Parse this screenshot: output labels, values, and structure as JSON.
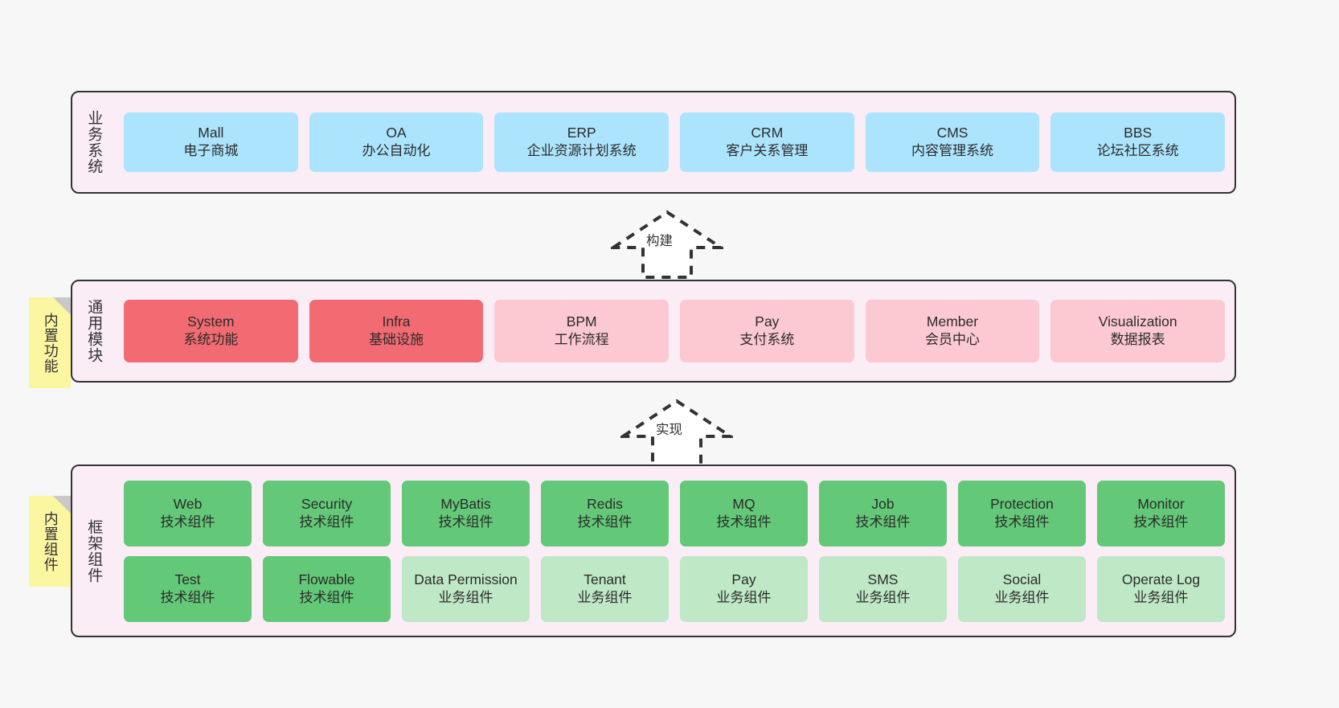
{
  "layers": [
    {
      "id": "business",
      "title": "业务系统",
      "rows": [
        [
          {
            "name": "Mall",
            "sub": "电子商城",
            "color": "blue"
          },
          {
            "name": "OA",
            "sub": "办公自动化",
            "color": "blue"
          },
          {
            "name": "ERP",
            "sub": "企业资源计划系统",
            "color": "blue"
          },
          {
            "name": "CRM",
            "sub": "客户关系管理",
            "color": "blue"
          },
          {
            "name": "CMS",
            "sub": "内容管理系统",
            "color": "blue"
          },
          {
            "name": "BBS",
            "sub": "论坛社区系统",
            "color": "blue"
          }
        ]
      ]
    },
    {
      "id": "common",
      "title": "通用模块",
      "rows": [
        [
          {
            "name": "System",
            "sub": "系统功能",
            "color": "red"
          },
          {
            "name": "Infra",
            "sub": "基础设施",
            "color": "red"
          },
          {
            "name": "BPM",
            "sub": "工作流程",
            "color": "pink"
          },
          {
            "name": "Pay",
            "sub": "支付系统",
            "color": "pink"
          },
          {
            "name": "Member",
            "sub": "会员中心",
            "color": "pink"
          },
          {
            "name": "Visualization",
            "sub": "数据报表",
            "color": "pink"
          }
        ]
      ]
    },
    {
      "id": "framework",
      "title": "框架组件",
      "rows": [
        [
          {
            "name": "Web",
            "sub": "技术组件",
            "color": "green"
          },
          {
            "name": "Security",
            "sub": "技术组件",
            "color": "green"
          },
          {
            "name": "MyBatis",
            "sub": "技术组件",
            "color": "green"
          },
          {
            "name": "Redis",
            "sub": "技术组件",
            "color": "green"
          },
          {
            "name": "MQ",
            "sub": "技术组件",
            "color": "green"
          },
          {
            "name": "Job",
            "sub": "技术组件",
            "color": "green"
          },
          {
            "name": "Protection",
            "sub": "技术组件",
            "color": "green"
          },
          {
            "name": "Monitor",
            "sub": "技术组件",
            "color": "green"
          }
        ],
        [
          {
            "name": "Test",
            "sub": "技术组件",
            "color": "green"
          },
          {
            "name": "Flowable",
            "sub": "技术组件",
            "color": "green"
          },
          {
            "name": "Data Permission",
            "sub": "业务组件",
            "color": "lightgreen"
          },
          {
            "name": "Tenant",
            "sub": "业务组件",
            "color": "lightgreen"
          },
          {
            "name": "Pay",
            "sub": "业务组件",
            "color": "lightgreen"
          },
          {
            "name": "SMS",
            "sub": "业务组件",
            "color": "lightgreen"
          },
          {
            "name": "Social",
            "sub": "业务组件",
            "color": "lightgreen"
          },
          {
            "name": "Operate Log",
            "sub": "业务组件",
            "color": "lightgreen"
          }
        ]
      ]
    }
  ],
  "arrows": [
    {
      "id": "build",
      "label": "构建"
    },
    {
      "id": "implement",
      "label": "实现"
    }
  ],
  "notes": [
    {
      "id": "note-common",
      "label": "内置功能"
    },
    {
      "id": "note-framework",
      "label": "内置组件"
    }
  ],
  "colors": {
    "background": "#f7f7f7",
    "layer_fill": "#faedf6",
    "layer_border": "#333333",
    "blue": "#ace4fd",
    "red": "#f26a72",
    "pink": "#fcc8d1",
    "green": "#63c878",
    "lightgreen": "#bfe8c7",
    "note_fill": "#fbf6a0",
    "note_fold": "#c9c9c9"
  }
}
